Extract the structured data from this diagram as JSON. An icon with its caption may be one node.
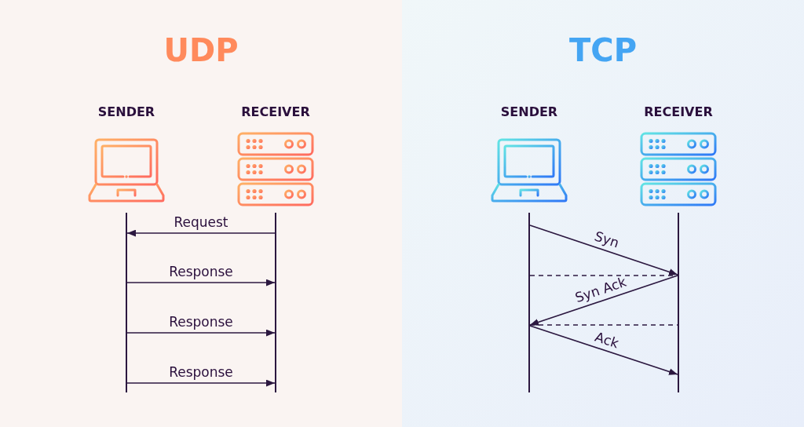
{
  "diagram": {
    "nodes": [
      {
        "text": [
          "UDP"
        ]
      },
      {
        "text": [
          "SENDER"
        ],
        "in": 0
      },
      {
        "text": [
          "RECEIVER"
        ],
        "in": 0
      },
      {
        "text": [],
        "shape": "line",
        "in": 0
      },
      {
        "text": [],
        "shape": "line",
        "in": 0
      },
      {
        "text": [
          "TCP"
        ]
      },
      {
        "text": [
          "SENDER"
        ],
        "in": 5
      },
      {
        "text": [
          "RECEIVER"
        ],
        "in": 5
      },
      {
        "text": [],
        "shape": "line",
        "in": 5
      },
      {
        "text": [],
        "shape": "line",
        "in": 5
      }
    ],
    "edges": [
      {
        "from": 4,
        "to": 3,
        "arrow": "to",
        "label": "Request"
      },
      {
        "from": 3,
        "to": 4,
        "arrow": "to",
        "label": "Response"
      },
      {
        "from": 3,
        "to": 4,
        "arrow": "to",
        "label": "Response"
      },
      {
        "from": 3,
        "to": 4,
        "arrow": "to",
        "label": "Response"
      },
      {
        "from": 8,
        "to": 9,
        "arrow": "to",
        "label": "Syn"
      },
      {
        "from": 8,
        "to": 9,
        "arrow": "none",
        "style": "dashed"
      },
      {
        "from": 9,
        "to": 8,
        "arrow": "to",
        "label": "Syn Ack"
      },
      {
        "from": 8,
        "to": 9,
        "arrow": "none",
        "style": "dashed"
      },
      {
        "from": 8,
        "to": 9,
        "arrow": "to",
        "label": "Ack"
      }
    ]
  }
}
